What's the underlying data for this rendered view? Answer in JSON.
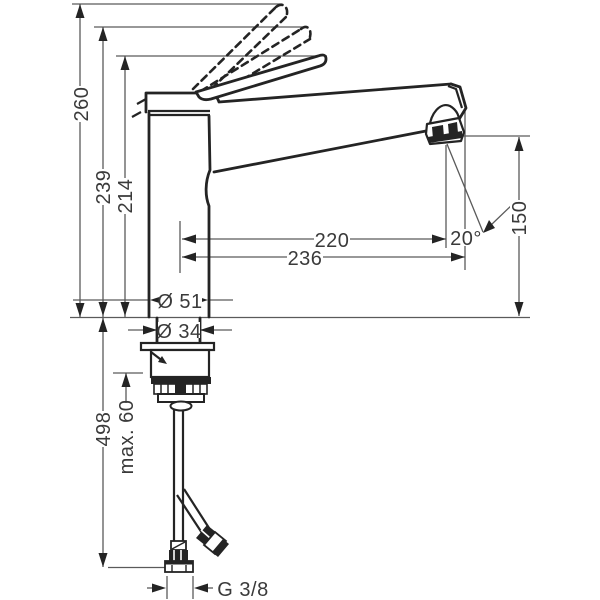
{
  "drawing": {
    "description": "Single-lever kitchen faucet technical dimension drawing",
    "labels": {
      "overall_height": "260",
      "handle_mid_height": "239",
      "handle_rest_height": "214",
      "spout_reach_outlet": "220",
      "spout_reach_tip": "236",
      "stream_angle": "20°",
      "spout_outlet_height": "150",
      "base_diameter": "Ø 51",
      "shaft_diameter": "Ø 34",
      "hose_length": "498",
      "max_deck_thickness": "max. 60",
      "connection_thread": "G 3/8"
    },
    "colors": {
      "background": "#ffffff",
      "outline": "#242424",
      "dimension_line": "#5a5a5a",
      "text": "#3a3a3a"
    }
  }
}
